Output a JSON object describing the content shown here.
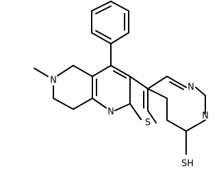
{
  "molecule": {
    "atoms": {
      "N_methyl": "N",
      "N_pyridine": "N",
      "S_thiophene": "S",
      "N_pyrimidine_top": "N",
      "N_pyrimidine_bottom": "N",
      "SH_substituent": "SH"
    }
  },
  "colors": {
    "bond": "#000000",
    "label": "#000000",
    "background": "#ffffff"
  }
}
